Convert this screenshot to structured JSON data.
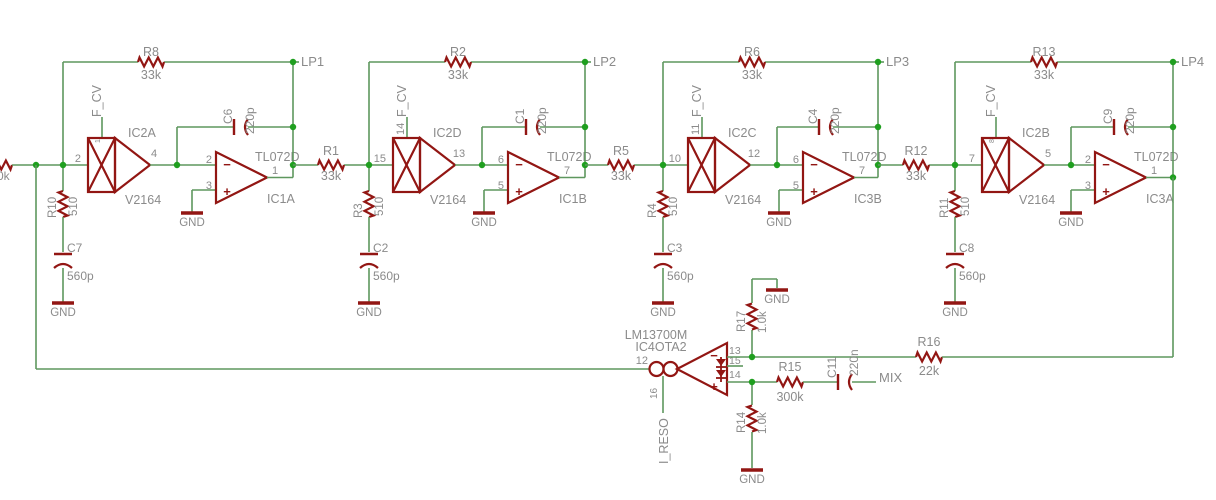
{
  "colors": {
    "background": "#ffffff",
    "wire": "#5e975e",
    "junction": "#1f9f1f",
    "component": "#921613",
    "text": "#8b8b8b"
  },
  "glyphs": {
    "minus": "−",
    "plus": "+"
  },
  "input": {
    "partial_resistor_value": "0k"
  },
  "stages": [
    {
      "lp": "LP1",
      "fcv": "F_CV",
      "fb_r": {
        "name": "R8",
        "value": "33k"
      },
      "series_r": null,
      "vca": {
        "name": "IC2A",
        "part": "V2164",
        "pin_in": "2",
        "pin_out": "4",
        "pin_cv": "1"
      },
      "int_c": {
        "name": "C6",
        "value": "220p"
      },
      "opamp": {
        "name": "IC1A",
        "part": "TL072D",
        "pin_inv": "2",
        "pin_ninv": "3",
        "pin_out": "1"
      },
      "shunt_r": {
        "name": "R10",
        "value": "510"
      },
      "shunt_c": {
        "name": "C7",
        "value": "560p"
      },
      "gnd": "GND"
    },
    {
      "lp": "LP2",
      "fcv": "F_CV",
      "fb_r": {
        "name": "R2",
        "value": "33k"
      },
      "series_r": {
        "name": "R1",
        "value": "33k"
      },
      "vca": {
        "name": "IC2D",
        "part": "V2164",
        "pin_in": "15",
        "pin_out": "13",
        "pin_cv": "14"
      },
      "int_c": {
        "name": "C1",
        "value": "220p"
      },
      "opamp": {
        "name": "IC1B",
        "part": "TL072D",
        "pin_inv": "6",
        "pin_ninv": "5",
        "pin_out": "7"
      },
      "shunt_r": {
        "name": "R3",
        "value": "510"
      },
      "shunt_c": {
        "name": "C2",
        "value": "560p"
      },
      "gnd": "GND"
    },
    {
      "lp": "LP3",
      "fcv": "F_CV",
      "fb_r": {
        "name": "R6",
        "value": "33k"
      },
      "series_r": {
        "name": "R5",
        "value": "33k"
      },
      "vca": {
        "name": "IC2C",
        "part": "V2164",
        "pin_in": "10",
        "pin_out": "12",
        "pin_cv": "11"
      },
      "int_c": {
        "name": "C4",
        "value": "220p"
      },
      "opamp": {
        "name": "IC3B",
        "part": "TL072D",
        "pin_inv": "6",
        "pin_ninv": "5",
        "pin_out": "7"
      },
      "shunt_r": {
        "name": "R4",
        "value": "510"
      },
      "shunt_c": {
        "name": "C3",
        "value": "560p"
      },
      "gnd": "GND"
    },
    {
      "lp": "LP4",
      "fcv": "F_CV",
      "fb_r": {
        "name": "R13",
        "value": "33k"
      },
      "series_r": {
        "name": "R12",
        "value": "33k"
      },
      "vca": {
        "name": "IC2B",
        "part": "V2164",
        "pin_in": "7",
        "pin_out": "5",
        "pin_cv": "8"
      },
      "int_c": {
        "name": "C9",
        "value": "220p"
      },
      "opamp": {
        "name": "IC3A",
        "part": "TL072D",
        "pin_inv": "2",
        "pin_ninv": "3",
        "pin_out": "1"
      },
      "shunt_r": {
        "name": "R11",
        "value": "510"
      },
      "shunt_c": {
        "name": "C8",
        "value": "560p"
      },
      "gnd": "GND"
    }
  ],
  "resonance": {
    "ota": {
      "part": "LM13700M",
      "name": "IC4OTA2",
      "pin_out": "12",
      "pin_bias": "16",
      "pin_inv": "13",
      "pin_mid": "15",
      "pin_ninv": "14"
    },
    "bias_net": "I_RESO",
    "mix_net": "MIX",
    "r_top": {
      "name": "R17",
      "value": "1.0k"
    },
    "r_bot": {
      "name": "R14",
      "value": "1.0k"
    },
    "r_mix": {
      "name": "R15",
      "value": "300k"
    },
    "c_mix": {
      "name": "C11",
      "value": "220n"
    },
    "r_fb": {
      "name": "R16",
      "value": "22k"
    },
    "gnd": "GND"
  }
}
